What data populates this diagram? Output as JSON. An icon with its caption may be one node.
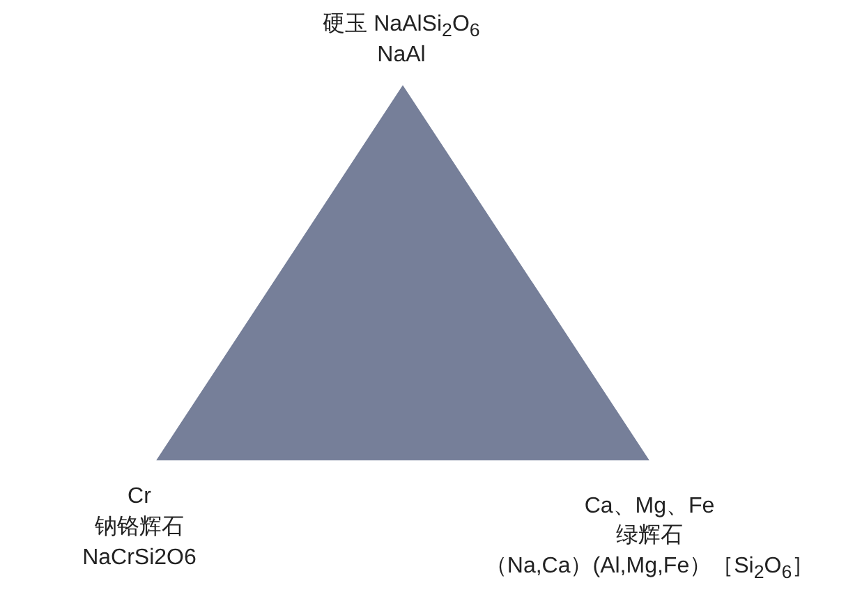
{
  "diagram": {
    "nodes": [
      {
        "text": [],
        "shape": "triangle"
      }
    ],
    "labels": [
      "硬玉 NaAlSi$_{2}$O$_{6}$",
      "NaAl",
      "Cr",
      "钠铬辉石",
      "NaCrSi2O6",
      "Ca、Mg、Fe",
      "绿辉石",
      "（Na,Ca）(Al,Mg,Fe）［Si$_{2}$O$_{6}$］"
    ]
  }
}
